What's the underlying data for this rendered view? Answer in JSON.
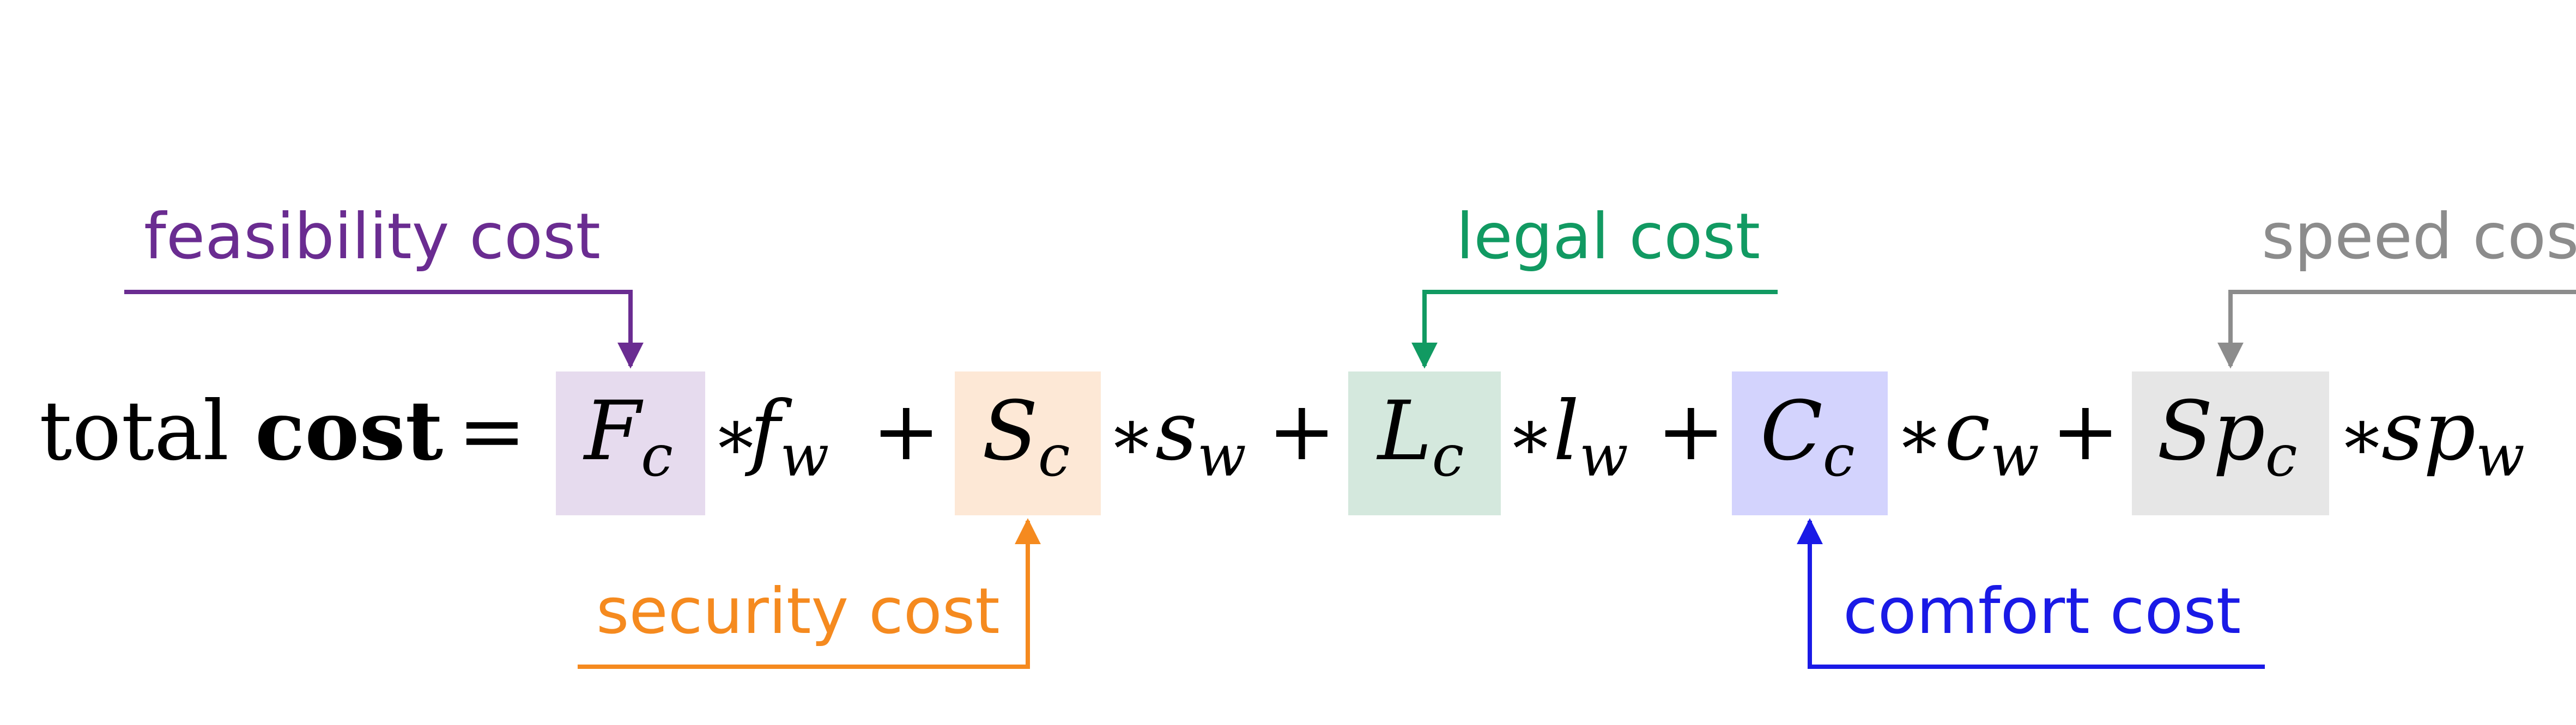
{
  "equation": {
    "lhs_word": "total",
    "lhs_bold": "cost",
    "equals": "=",
    "times": "∗",
    "plus": "+",
    "terms": [
      {
        "cost_main": "F",
        "cost_sub": "c",
        "weight_main": "f",
        "weight_sub": "w",
        "box_color": "#e6dbee"
      },
      {
        "cost_main": "S",
        "cost_sub": "c",
        "weight_main": "s",
        "weight_sub": "w",
        "box_color": "#fde8d6"
      },
      {
        "cost_main": "L",
        "cost_sub": "c",
        "weight_main": "l",
        "weight_sub": "w",
        "box_color": "#d4e8dd"
      },
      {
        "cost_main": "C",
        "cost_sub": "c",
        "weight_main": "c",
        "weight_sub": "w",
        "box_color": "#d3d3fd"
      },
      {
        "cost_main": "Sp",
        "cost_sub": "c",
        "weight_main": "sp",
        "weight_sub": "w",
        "box_color": "#e6e6e6"
      }
    ]
  },
  "annotations": [
    {
      "text": "feasibility cost",
      "color": "#6a2c91",
      "position": "above"
    },
    {
      "text": "security cost",
      "color": "#f58a1f",
      "position": "below"
    },
    {
      "text": "legal cost",
      "color": "#119a62",
      "position": "above"
    },
    {
      "text": "comfort cost",
      "color": "#1a1ae6",
      "position": "below"
    },
    {
      "text": "speed cost",
      "color": "#8c8c8c",
      "position": "above"
    }
  ]
}
